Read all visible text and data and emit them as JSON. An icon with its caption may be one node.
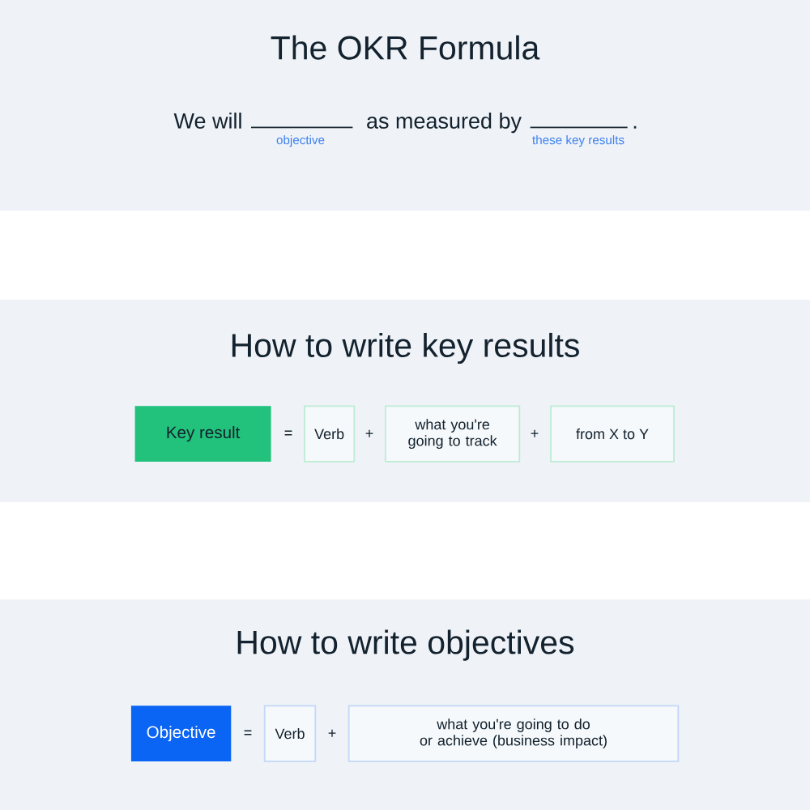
{
  "diagram": {
    "nodes": [
      {
        "text": [
          "The OKR Formula"
        ]
      },
      {
        "text": [
          "How to write key results"
        ]
      },
      {
        "text": [
          "Key result"
        ],
        "in": 1
      },
      {
        "text": [
          "Verb"
        ],
        "in": 1
      },
      {
        "text": [
          "what you're going to track"
        ],
        "in": 1
      },
      {
        "text": [
          "from X to Y"
        ],
        "in": 1
      },
      {
        "text": [
          "How to write objectives"
        ]
      },
      {
        "text": [
          "Objective"
        ],
        "in": 6
      },
      {
        "text": [
          "Verb"
        ],
        "in": 6
      },
      {
        "text": [
          "what you're going to do or achieve (business impact)"
        ],
        "in": 6
      }
    ],
    "labels": [
      "We will",
      "as measured by",
      ".",
      "objective",
      "these key results",
      "=",
      "+",
      "+",
      "=",
      "+"
    ]
  }
}
